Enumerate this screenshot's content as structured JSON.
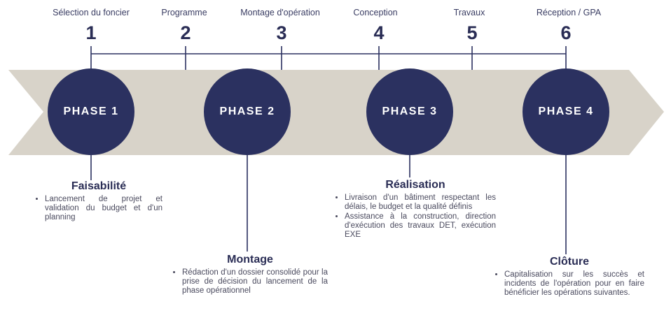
{
  "steps": [
    {
      "label": "Sélection du foncier",
      "number": "1"
    },
    {
      "label": "Programme",
      "number": "2"
    },
    {
      "label": "Montage d'opération",
      "number": "3"
    },
    {
      "label": "Conception",
      "number": "4"
    },
    {
      "label": "Travaux",
      "number": "5"
    },
    {
      "label": "Réception / GPA",
      "number": "6"
    }
  ],
  "phases": [
    {
      "label": "PHASE 1"
    },
    {
      "label": "PHASE 2"
    },
    {
      "label": "PHASE 3"
    },
    {
      "label": "PHASE 4"
    }
  ],
  "blocks": [
    {
      "title": "Faisabilité",
      "bullets": [
        "Lancement de projet et validation du budget et d'un planning"
      ]
    },
    {
      "title": "Montage",
      "bullets": [
        "Rédaction d'un dossier consolidé pour la prise de décision du lancement de la phase opérationnel"
      ]
    },
    {
      "title": "Réalisation",
      "bullets": [
        "Livraison d'un bâtiment respectant les délais, le budget et la qualité définis",
        "Assistance à la construction, direction d'exécution des travaux DET, exécution EXE"
      ]
    },
    {
      "title": "Clôture",
      "bullets": [
        "Capitalisation sur les succès et incidents de l'opération pour en faire bénéficier les opérations suivantes."
      ]
    }
  ],
  "colors": {
    "arrow": "#d8d3c9",
    "circle": "#2b3160",
    "line": "#2b3160"
  }
}
